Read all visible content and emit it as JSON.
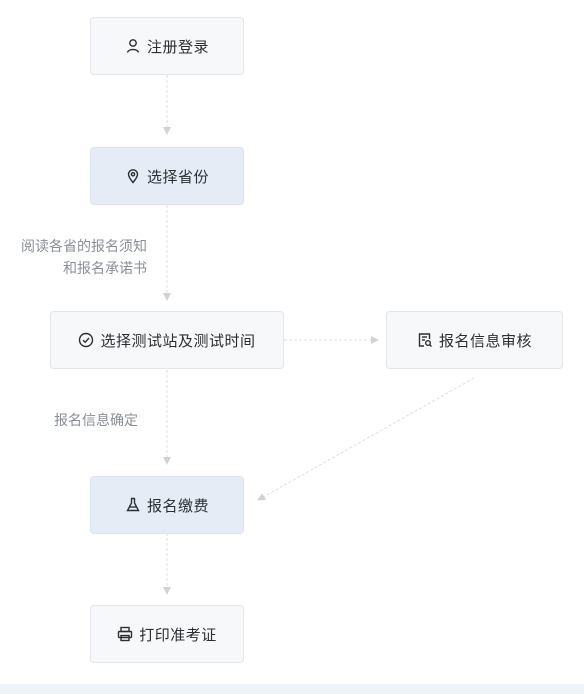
{
  "nodes": {
    "register": {
      "label": "注册登录",
      "icon": "user-icon"
    },
    "select_province": {
      "label": "选择省份",
      "icon": "location-pin-icon"
    },
    "select_site": {
      "label": "选择测试站及测试时间",
      "icon": "check-circle-icon"
    },
    "review": {
      "label": "报名信息审核",
      "icon": "document-search-icon"
    },
    "payment": {
      "label": "报名缴费",
      "icon": "flask-icon"
    },
    "print": {
      "label": "打印准考证",
      "icon": "printer-icon"
    }
  },
  "edge_labels": {
    "read_notice_line1": "阅读各省的报名须知",
    "read_notice_line2": "和报名承诺书",
    "confirm_info": "报名信息确定"
  },
  "colors": {
    "node_bg": "#f7f8fa",
    "highlight_bg": "#e5ecf5",
    "edge": "#d5d9de",
    "label": "#8a8f96"
  }
}
